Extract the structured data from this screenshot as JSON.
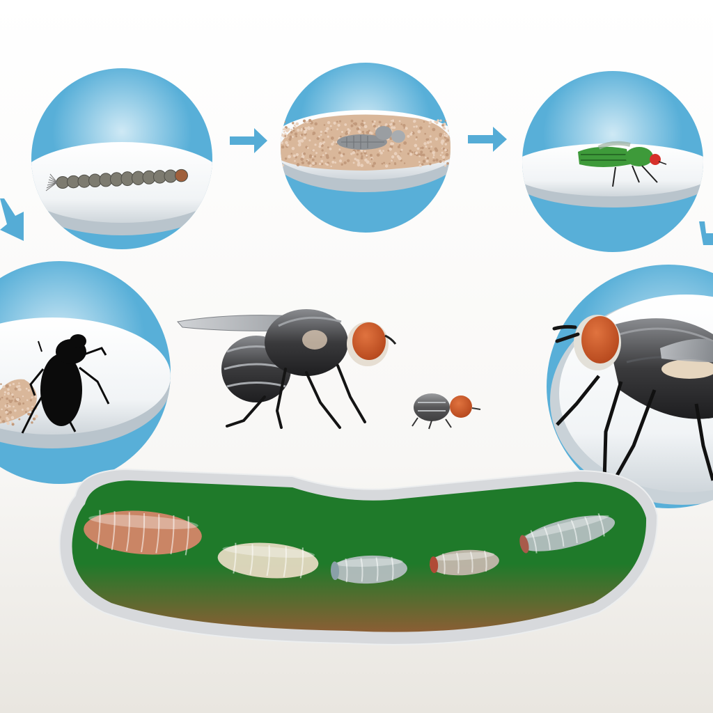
{
  "diagram": {
    "colors": {
      "background_top": "#ffffff",
      "background_bottom": "#e9e6e0",
      "bubble_blue": "#58afd8",
      "bubble_blue_light": "#cfe9f5",
      "dish_white": "#fbfcfd",
      "arrow_blue": "#55acd6",
      "fly_body": "#3a3a3c",
      "fly_eye": "#b5471c",
      "green_fly": "#3e9a3a",
      "soil_green": "#1f7a2a",
      "soil_brown": "#8b5e34",
      "sawdust": "#d9b79a",
      "maggot_pink": "#d9856a",
      "maggot_pale": "#e9dcc6",
      "maggot_clear": "#b8c0c4"
    },
    "stages": [
      {
        "id": "larva-dish",
        "icon": "larva-icon"
      },
      {
        "id": "pupa-dish",
        "icon": "pupa-icon"
      },
      {
        "id": "green-fly-dish",
        "icon": "green-fly-icon"
      },
      {
        "id": "adult-fly-closeup",
        "icon": "adult-fly-icon"
      },
      {
        "id": "silhouette-fly-dish",
        "icon": "fly-silhouette-icon"
      }
    ],
    "flow": [
      {
        "from": "larva-dish",
        "to": "pupa-dish"
      },
      {
        "from": "pupa-dish",
        "to": "green-fly-dish"
      },
      {
        "from": "green-fly-dish",
        "to": "adult-fly-closeup"
      },
      {
        "from": "larva-dish",
        "to": "silhouette-fly-dish"
      }
    ],
    "substrate_maggots": 5
  }
}
